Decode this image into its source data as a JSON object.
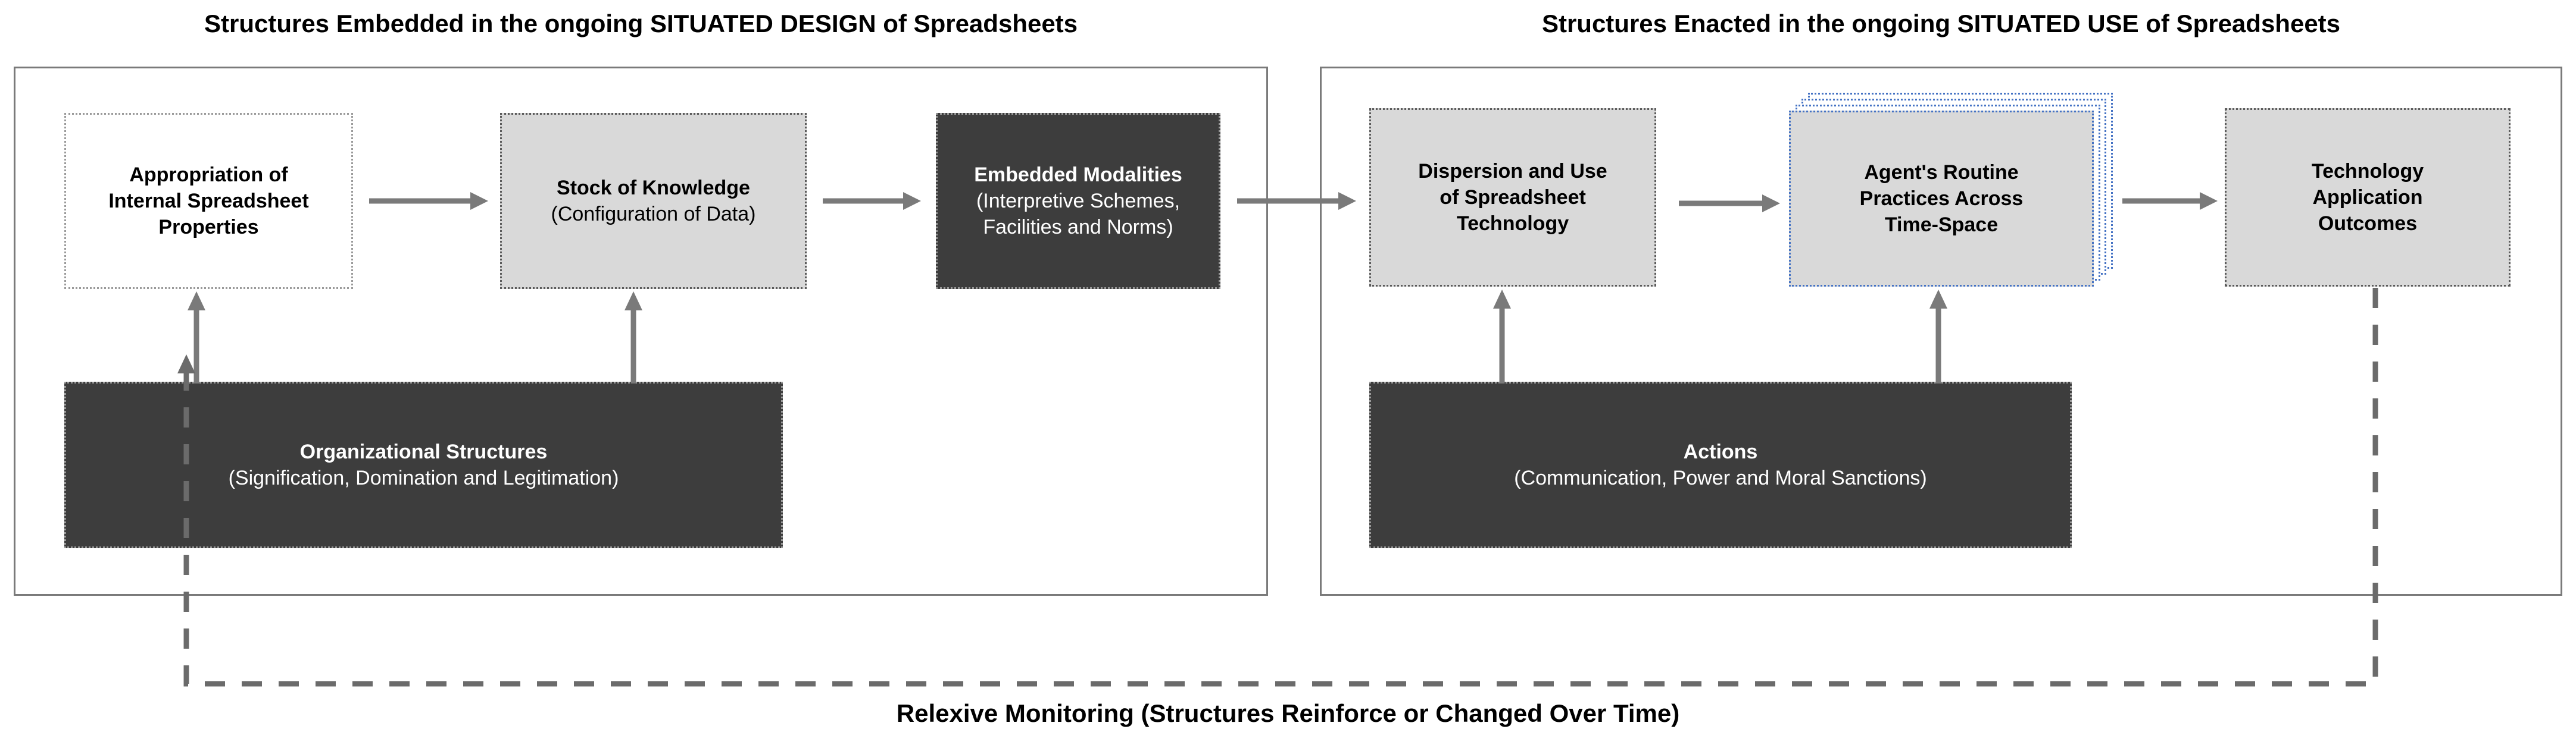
{
  "sections": {
    "left": {
      "title": "Structures Embedded in the ongoing SITUATED DESIGN of Spreadsheets",
      "nodes": {
        "appropriation": {
          "line1": "Appropriation of",
          "line2": "Internal Spreadsheet",
          "line3": "Properties"
        },
        "stock_of_knowledge": {
          "title": "Stock of Knowledge",
          "subtitle": "(Configuration of Data)"
        },
        "embedded_modalities": {
          "title": "Embedded Modalities",
          "subtitle_line1": "(Interpretive Schemes,",
          "subtitle_line2": "Facilities and Norms)"
        },
        "organizational_structures": {
          "title": "Organizational Structures",
          "subtitle": "(Signification, Domination and Legitimation)"
        }
      }
    },
    "right": {
      "title": "Structures Enacted in the ongoing SITUATED USE of Spreadsheets",
      "nodes": {
        "dispersion": {
          "line1": "Dispersion and Use",
          "line2": "of Spreadsheet",
          "line3": "Technology"
        },
        "agent_routine": {
          "line1": "Agent's Routine",
          "line2": "Practices Across",
          "line3": "Time-Space"
        },
        "technology_outcomes": {
          "line1": "Technology",
          "line2": "Application",
          "line3": "Outcomes"
        },
        "actions": {
          "title": "Actions",
          "subtitle": "(Communication, Power and Moral Sanctions)"
        }
      }
    }
  },
  "caption": {
    "relexive_monitoring": "Relexive Monitoring (Structures Reinforce or Changed Over Time)"
  },
  "colors": {
    "panel_border": "#7a7a7a",
    "arrow": "#7a7a7a",
    "dark_fill": "#3d3d3d",
    "gray_fill": "#d9d9d9",
    "stack_border": "#4472c4",
    "text_dark": "#000000",
    "text_light": "#ffffff",
    "feedback_dash": "#6b6b6b"
  },
  "flow": {
    "arrows": [
      {
        "name": "appropriation-to-stock",
        "from": "appropriation",
        "to": "stock_of_knowledge",
        "direction": "right"
      },
      {
        "name": "stock-to-embedded",
        "from": "stock_of_knowledge",
        "to": "embedded_modalities",
        "direction": "right"
      },
      {
        "name": "embedded-to-dispersion",
        "from": "embedded_modalities",
        "to": "dispersion",
        "direction": "right"
      },
      {
        "name": "dispersion-to-agent",
        "from": "dispersion",
        "to": "agent_routine",
        "direction": "right"
      },
      {
        "name": "agent-to-outcomes",
        "from": "agent_routine",
        "to": "technology_outcomes",
        "direction": "right"
      },
      {
        "name": "org-structures-to-appropriation",
        "from": "organizational_structures",
        "to": "appropriation",
        "direction": "up"
      },
      {
        "name": "org-structures-to-stock",
        "from": "organizational_structures",
        "to": "stock_of_knowledge",
        "direction": "up"
      },
      {
        "name": "actions-to-dispersion",
        "from": "actions",
        "to": "dispersion",
        "direction": "up"
      },
      {
        "name": "actions-to-agent",
        "from": "actions",
        "to": "agent_routine",
        "direction": "up"
      },
      {
        "name": "feedback-outcomes-to-org-structures",
        "from": "technology_outcomes",
        "to": "organizational_structures",
        "direction": "loop",
        "style": "dashed"
      }
    ]
  }
}
